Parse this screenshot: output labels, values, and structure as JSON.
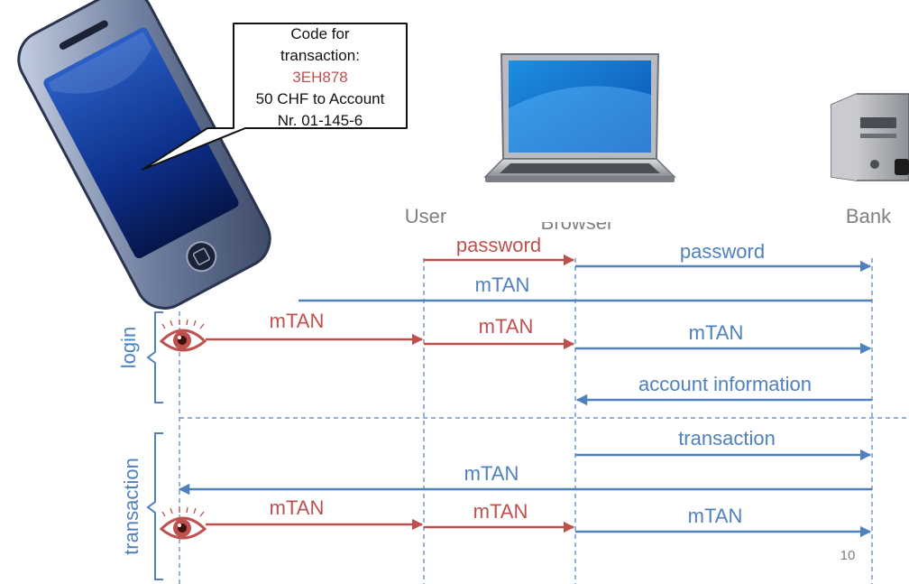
{
  "colors": {
    "user_side": "#c0504d",
    "bank_side": "#4f81bd",
    "actor_label": "#7f7f7f",
    "page_number": "#7f7f7f"
  },
  "actors": {
    "user": "User",
    "browser": "Browser",
    "bank": "Bank"
  },
  "callout": {
    "line1": "Code for",
    "line2": "transaction:",
    "code": "3EH878",
    "line4": "50 CHF to Account",
    "line5": "Nr. 01-145-6"
  },
  "groups": {
    "login": "login",
    "transaction": "transaction"
  },
  "messages": {
    "password_user_browser": "password",
    "password_browser_bank": "password",
    "mtan_bank_phone_login": "mTAN",
    "mtan_eye_user_login": "mTAN",
    "mtan_user_browser_login": "mTAN",
    "mtan_browser_bank_login": "mTAN",
    "account_information": "account information",
    "transaction": "transaction",
    "mtan_bank_eye_transaction": "mTAN",
    "mtan_eye_user_transaction": "mTAN",
    "mtan_user_browser_transaction": "mTAN",
    "mtan_browser_bank_transaction": "mTAN"
  },
  "icons": {
    "phone": "smartphone-icon",
    "laptop": "laptop-icon",
    "server": "server-icon",
    "eye": "eye-icon"
  },
  "page_number": "10"
}
